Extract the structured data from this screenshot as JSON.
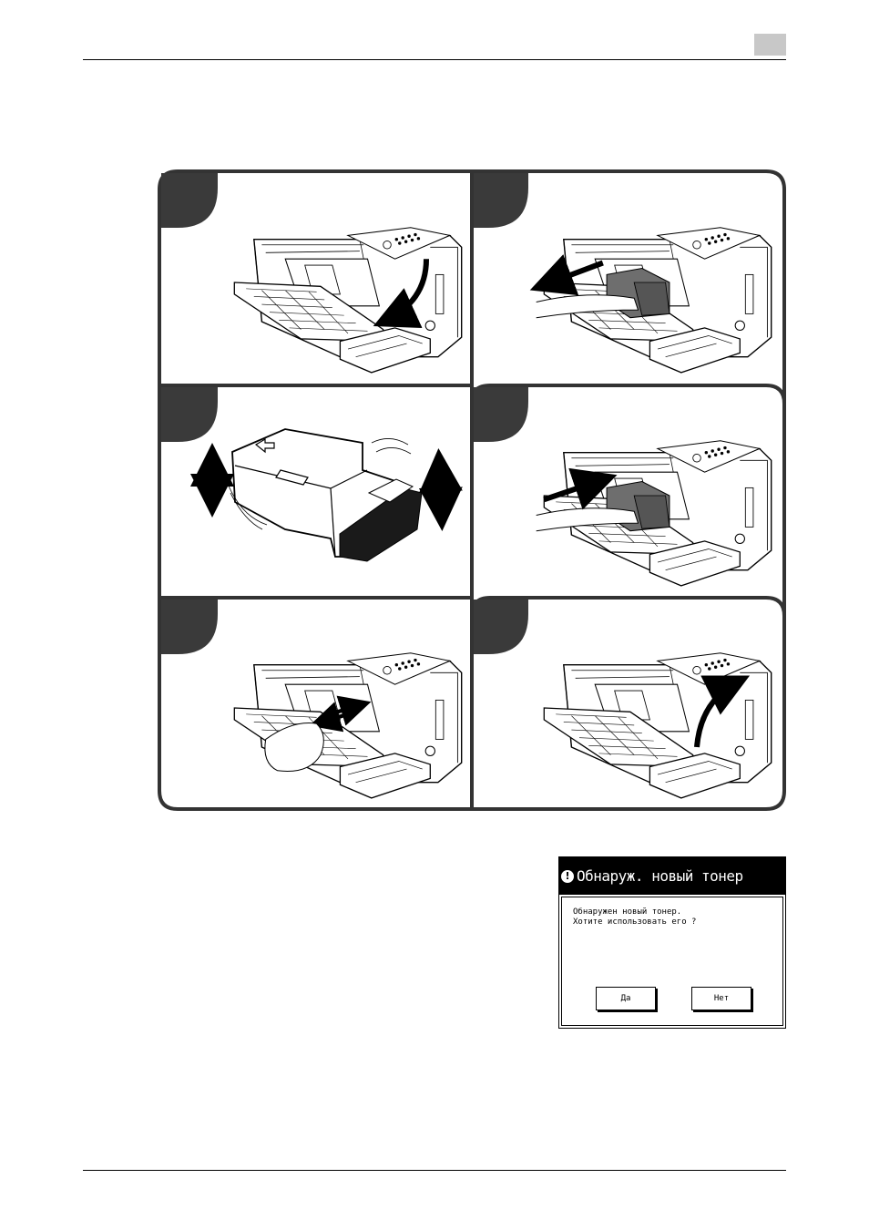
{
  "dialog": {
    "title": "Обнаруж. новый тонер",
    "message_line1": "Обнаружен новый тонер.",
    "message_line2": "Хотите использовать его ?",
    "yes_label": "Да",
    "no_label": "Нет"
  },
  "icons": {
    "alert": "!"
  },
  "colors": {
    "frame": "#333333",
    "step_badge": "#3a3a3a",
    "toner": "#6e6e6e",
    "titlebar": "#000000"
  }
}
